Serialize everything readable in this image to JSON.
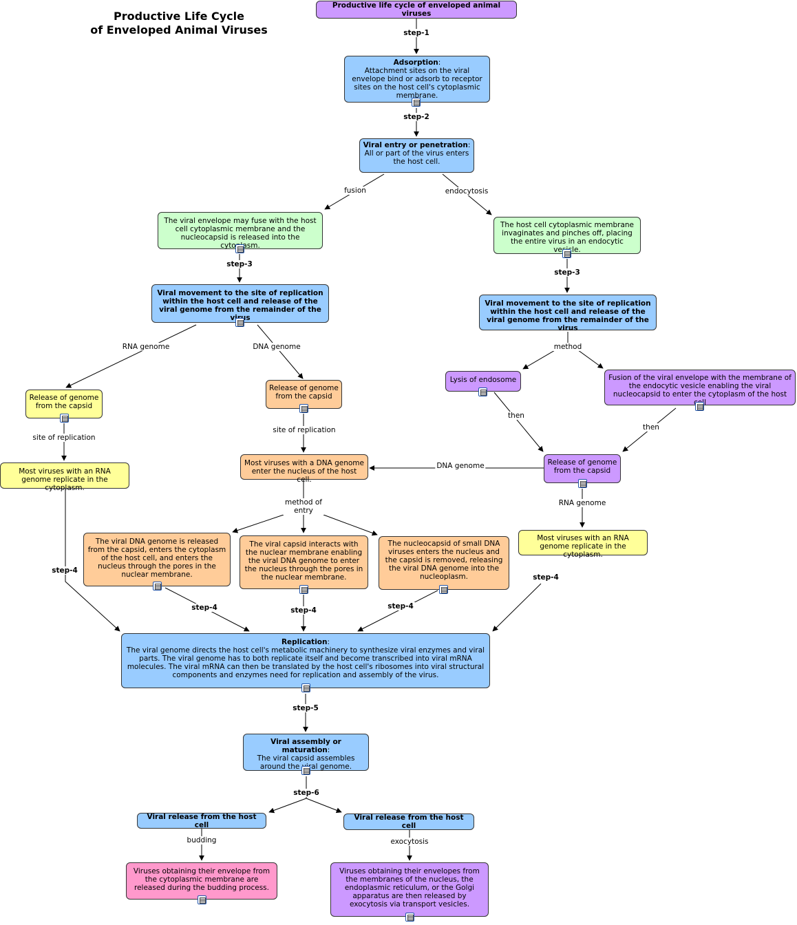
{
  "title": {
    "line1": "Productive Life Cycle",
    "line2": "of Enveloped Animal Viruses"
  },
  "nodes": {
    "root": {
      "text": "Productive life cycle of enveloped animal viruses"
    },
    "adsorption": {
      "head": "Adsorption",
      "text": "Attachment sites on the viral envelope bind or adsorb to receptor sites on the host cell's cytoplasmic membrane."
    },
    "entry": {
      "head": "Viral entry or penetration",
      "text": "All or part of the virus enters the host cell."
    },
    "fusion_node": {
      "text": "The viral envelope may fuse with the host cell cytoplasmic membrane and the nucleocapsid is released into the cytoplasm."
    },
    "endo_node": {
      "text": "The host cell cytoplasmic membrane invaginates and pinches off, placing the entire virus in an endocytic vesicle."
    },
    "move_left": {
      "text": "Viral movement to the site of replication within the host cell and release of the viral genome from the remainder of the virus"
    },
    "move_right": {
      "text": "Viral movement to the site of replication within the host cell and release of the viral genome from the remainder of the virus"
    },
    "release_yellow": {
      "text": "Release of genome from the capsid"
    },
    "release_orange": {
      "text": "Release of genome from the capsid"
    },
    "lysis": {
      "text": "Lysis of endosome"
    },
    "fusion_vesicle": {
      "text": "Fusion of the viral envelope with the membrane of the endocytic vesicle enabling the viral nucleocapsid to enter the cytoplasm of the host cell"
    },
    "rna_left": {
      "text": "Most viruses with an RNA genome replicate in the cytoplasm."
    },
    "dna_nucleus": {
      "text": "Most viruses with a DNA genome enter the nucleus of the host cell."
    },
    "release_purple": {
      "text": "Release of genome from the capsid"
    },
    "rna_right": {
      "text": "Most viruses with an RNA genome replicate in the cytoplasm."
    },
    "dna1": {
      "text": "The viral DNA genome is released from the capsid, enters the cytoplasm of the host cell, and enters the nucleus through the pores in the nuclear membrane."
    },
    "dna2": {
      "text": "The viral capsid interacts with the nuclear membrane enabling the viral DNA genome to enter the nucleus through the pores in the nuclear membrane."
    },
    "dna3": {
      "text": "The nucleocapsid of small DNA viruses enters the nucleus and the capsid is removed, releasing the viral DNA genome into the nucleoplasm."
    },
    "replication": {
      "head": "Replication",
      "text": "The viral genome directs the host cell's metabolic machinery to synthesize viral enzymes and viral parts. The viral genome has to both replicate itself and become transcribed into viral mRNA molecules. The viral mRNA can then be translated by the host cell's ribosomes into viral structural components and enzymes need for replication and assembly of the virus."
    },
    "assembly": {
      "head": "Viral assembly or maturation",
      "text": "The viral capsid assembles around the viral genome."
    },
    "release_left": {
      "text": "Viral release from the host cell"
    },
    "release_right": {
      "text": "Viral release from the host cell"
    },
    "budding_node": {
      "text": "Viruses obtaining their envelope from the cytoplasmic membrane are released during the budding process."
    },
    "exo_node": {
      "text": "Viruses obtaining their envelopes from the membranes of the nucleus, the endoplasmic reticulum, or the Golgi apparatus are then released by exocytosis via transport vesicles."
    }
  },
  "labels": {
    "step1": "step-1",
    "step2": "step-2",
    "fusion": "fusion",
    "endocytosis": "endocytosis",
    "step3a": "step-3",
    "step3b": "step-3",
    "rna_genome_a": "RNA genome",
    "dna_genome_a": "DNA genome",
    "method": "method",
    "site_rep_a": "site of replication",
    "site_rep_b": "site of replication",
    "then_a": "then",
    "then_b": "then",
    "dna_genome_b": "DNA genome",
    "rna_genome_b": "RNA genome",
    "method_entry": "method of entry",
    "step4a": "step-4",
    "step4b": "step-4",
    "step4c": "step-4",
    "step4d": "step-4",
    "step4e": "step-4",
    "step5": "step-5",
    "step6": "step-6",
    "budding": "budding",
    "exocytosis": "exocytosis"
  },
  "colors": {
    "blue": "#99ccff",
    "green": "#ccffcc",
    "purple": "#cc99ff",
    "yellow": "#ffff99",
    "orange": "#ffcc99",
    "pink": "#ff99cc"
  }
}
